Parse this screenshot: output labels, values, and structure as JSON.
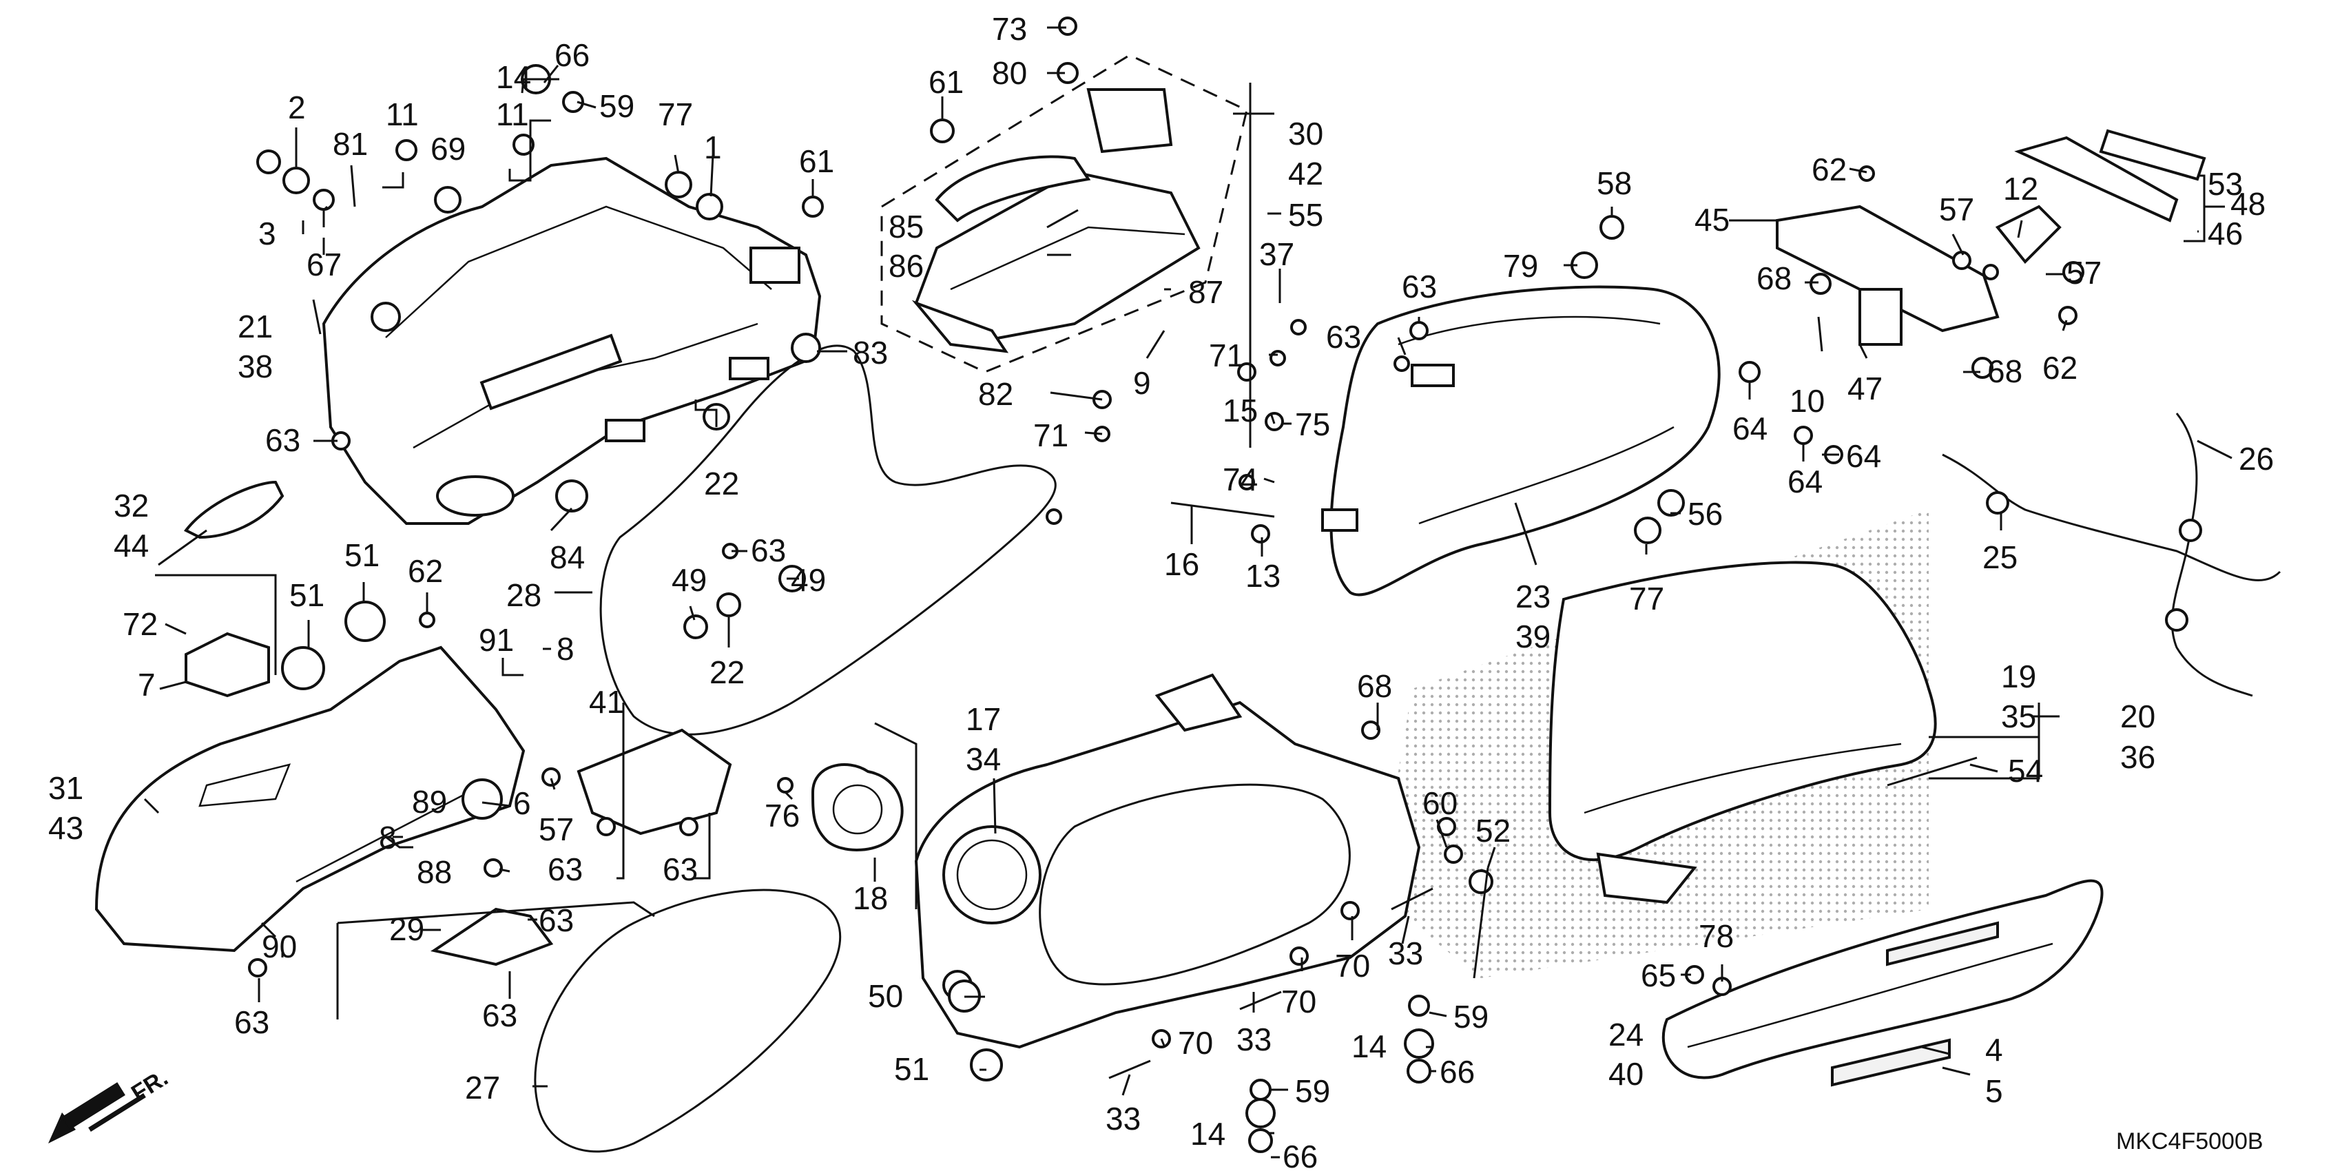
{
  "diagram": {
    "code": "MKC4F5000B",
    "direction": "FR.",
    "callouts": [
      {
        "id": "c1",
        "text": "73"
      },
      {
        "id": "c2",
        "text": "80"
      },
      {
        "id": "c3",
        "text": "61"
      },
      {
        "id": "c4",
        "text": "61"
      },
      {
        "id": "c5",
        "text": "14"
      },
      {
        "id": "c6",
        "text": "66"
      },
      {
        "id": "c7",
        "text": "59"
      },
      {
        "id": "c8",
        "text": "2"
      },
      {
        "id": "c9",
        "text": "11"
      },
      {
        "id": "c10",
        "text": "11"
      },
      {
        "id": "c11",
        "text": "69"
      },
      {
        "id": "c12",
        "text": "77"
      },
      {
        "id": "c13",
        "text": "1"
      },
      {
        "id": "c14",
        "text": "81"
      },
      {
        "id": "c15",
        "text": "3"
      },
      {
        "id": "c16",
        "text": "67"
      },
      {
        "id": "c17",
        "text": "21"
      },
      {
        "id": "c18",
        "text": "38"
      },
      {
        "id": "c19",
        "text": "63"
      },
      {
        "id": "c20",
        "text": "83"
      },
      {
        "id": "c21",
        "text": "32"
      },
      {
        "id": "c22",
        "text": "44"
      },
      {
        "id": "c23",
        "text": "84"
      },
      {
        "id": "c24",
        "text": "22"
      },
      {
        "id": "c25",
        "text": "72"
      },
      {
        "id": "c26",
        "text": "7"
      },
      {
        "id": "c27",
        "text": "51"
      },
      {
        "id": "c28",
        "text": "51"
      },
      {
        "id": "c29",
        "text": "62"
      },
      {
        "id": "c30",
        "text": "28"
      },
      {
        "id": "c31",
        "text": "63"
      },
      {
        "id": "c32",
        "text": "49"
      },
      {
        "id": "c33",
        "text": "49"
      },
      {
        "id": "c34",
        "text": "22"
      },
      {
        "id": "c35",
        "text": "91"
      },
      {
        "id": "c36",
        "text": "8"
      },
      {
        "id": "c37",
        "text": "41"
      },
      {
        "id": "c38",
        "text": "31"
      },
      {
        "id": "c39",
        "text": "43"
      },
      {
        "id": "c40",
        "text": "89"
      },
      {
        "id": "c41",
        "text": "6"
      },
      {
        "id": "c42",
        "text": "8"
      },
      {
        "id": "c43",
        "text": "57"
      },
      {
        "id": "c44",
        "text": "88"
      },
      {
        "id": "c45",
        "text": "63"
      },
      {
        "id": "c46",
        "text": "63"
      },
      {
        "id": "c47",
        "text": "90"
      },
      {
        "id": "c48",
        "text": "63"
      },
      {
        "id": "c49",
        "text": "29"
      },
      {
        "id": "c50",
        "text": "63"
      },
      {
        "id": "c51",
        "text": "63"
      },
      {
        "id": "c52",
        "text": "27"
      },
      {
        "id": "c53",
        "text": "30"
      },
      {
        "id": "c54",
        "text": "42"
      },
      {
        "id": "c55",
        "text": "55"
      },
      {
        "id": "c56",
        "text": "85"
      },
      {
        "id": "c57",
        "text": "86"
      },
      {
        "id": "c58",
        "text": "37"
      },
      {
        "id": "c59",
        "text": "87"
      },
      {
        "id": "c60",
        "text": "71"
      },
      {
        "id": "c61",
        "text": "9"
      },
      {
        "id": "c62",
        "text": "82"
      },
      {
        "id": "c63",
        "text": "71"
      },
      {
        "id": "c64",
        "text": "15"
      },
      {
        "id": "c65",
        "text": "75"
      },
      {
        "id": "c66",
        "text": "74"
      },
      {
        "id": "c67",
        "text": "16"
      },
      {
        "id": "c68",
        "text": "13"
      },
      {
        "id": "c69",
        "text": "17"
      },
      {
        "id": "c70",
        "text": "34"
      },
      {
        "id": "c71",
        "text": "76"
      },
      {
        "id": "c72",
        "text": "18"
      },
      {
        "id": "c73",
        "text": "50"
      },
      {
        "id": "c74",
        "text": "51"
      },
      {
        "id": "c75",
        "text": "33"
      },
      {
        "id": "c76",
        "text": "33"
      },
      {
        "id": "c77",
        "text": "70"
      },
      {
        "id": "c78",
        "text": "70"
      },
      {
        "id": "c79",
        "text": "70"
      },
      {
        "id": "c80",
        "text": "33"
      },
      {
        "id": "c81",
        "text": "68"
      },
      {
        "id": "c82",
        "text": "60"
      },
      {
        "id": "c83",
        "text": "52"
      },
      {
        "id": "c84",
        "text": "59"
      },
      {
        "id": "c85",
        "text": "14"
      },
      {
        "id": "c86",
        "text": "66"
      },
      {
        "id": "c87",
        "text": "59"
      },
      {
        "id": "c88",
        "text": "14"
      },
      {
        "id": "c89",
        "text": "66"
      },
      {
        "id": "c90",
        "text": "58"
      },
      {
        "id": "c91",
        "text": "79"
      },
      {
        "id": "c92",
        "text": "63"
      },
      {
        "id": "c93",
        "text": "63"
      },
      {
        "id": "c94",
        "text": "56"
      },
      {
        "id": "c95",
        "text": "77"
      },
      {
        "id": "c96",
        "text": "23"
      },
      {
        "id": "c97",
        "text": "39"
      },
      {
        "id": "c98",
        "text": "62"
      },
      {
        "id": "c99",
        "text": "45"
      },
      {
        "id": "c100",
        "text": "57"
      },
      {
        "id": "c101",
        "text": "12"
      },
      {
        "id": "c102",
        "text": "53"
      },
      {
        "id": "c103",
        "text": "48"
      },
      {
        "id": "c104",
        "text": "46"
      },
      {
        "id": "c105",
        "text": "68"
      },
      {
        "id": "c106",
        "text": "57"
      },
      {
        "id": "c107",
        "text": "47"
      },
      {
        "id": "c108",
        "text": "62"
      },
      {
        "id": "c109",
        "text": "68"
      },
      {
        "id": "c110",
        "text": "64"
      },
      {
        "id": "c111",
        "text": "10"
      },
      {
        "id": "c112",
        "text": "64"
      },
      {
        "id": "c113",
        "text": "64"
      },
      {
        "id": "c114",
        "text": "26"
      },
      {
        "id": "c115",
        "text": "25"
      },
      {
        "id": "c116",
        "text": "19"
      },
      {
        "id": "c117",
        "text": "35"
      },
      {
        "id": "c118",
        "text": "20"
      },
      {
        "id": "c119",
        "text": "36"
      },
      {
        "id": "c120",
        "text": "54"
      },
      {
        "id": "c121",
        "text": "65"
      },
      {
        "id": "c122",
        "text": "78"
      },
      {
        "id": "c123",
        "text": "24"
      },
      {
        "id": "c124",
        "text": "40"
      },
      {
        "id": "c125",
        "text": "4"
      },
      {
        "id": "c126",
        "text": "5"
      }
    ]
  }
}
